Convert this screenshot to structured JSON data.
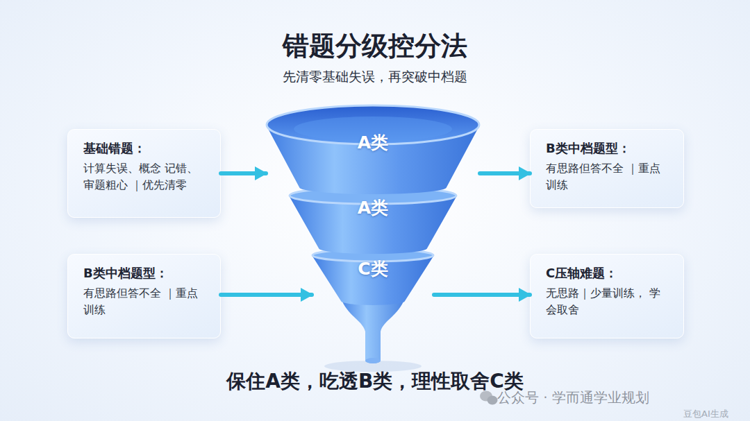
{
  "diagram": {
    "title": "错题分级控分法",
    "caption": "保住A类，吃透B类，理性取舍C类",
    "nodes": [
      {
        "text": [
          "基础错题：",
          "计算失误、概念 记错、审题粗心 ｜优先清零"
        ]
      },
      {
        "text": [
          "B类中档题型：",
          "有思路但答不全 ｜重点训练"
        ]
      },
      {
        "text": [
          "A类"
        ]
      },
      {
        "text": [
          "A类"
        ]
      },
      {
        "text": [
          "C类"
        ]
      },
      {
        "text": [
          "B类中档题型：",
          "有思路但答不全 ｜重点训练"
        ]
      },
      {
        "text": [
          "C压轴难题：",
          "无思路｜少量训练， 学会取舍"
        ]
      }
    ],
    "edges": [
      {
        "from": 0,
        "to": 2,
        "arrow": "to"
      },
      {
        "from": 1,
        "to": 4,
        "arrow": "to"
      },
      {
        "from": 2,
        "to": 5,
        "arrow": "to"
      },
      {
        "from": 4,
        "to": 6,
        "arrow": "to"
      }
    ],
    "labels": [
      "先清零基础失误，再突破中档题",
      "公众号 · 学而通学业规划",
      "豆包AI生成"
    ]
  }
}
